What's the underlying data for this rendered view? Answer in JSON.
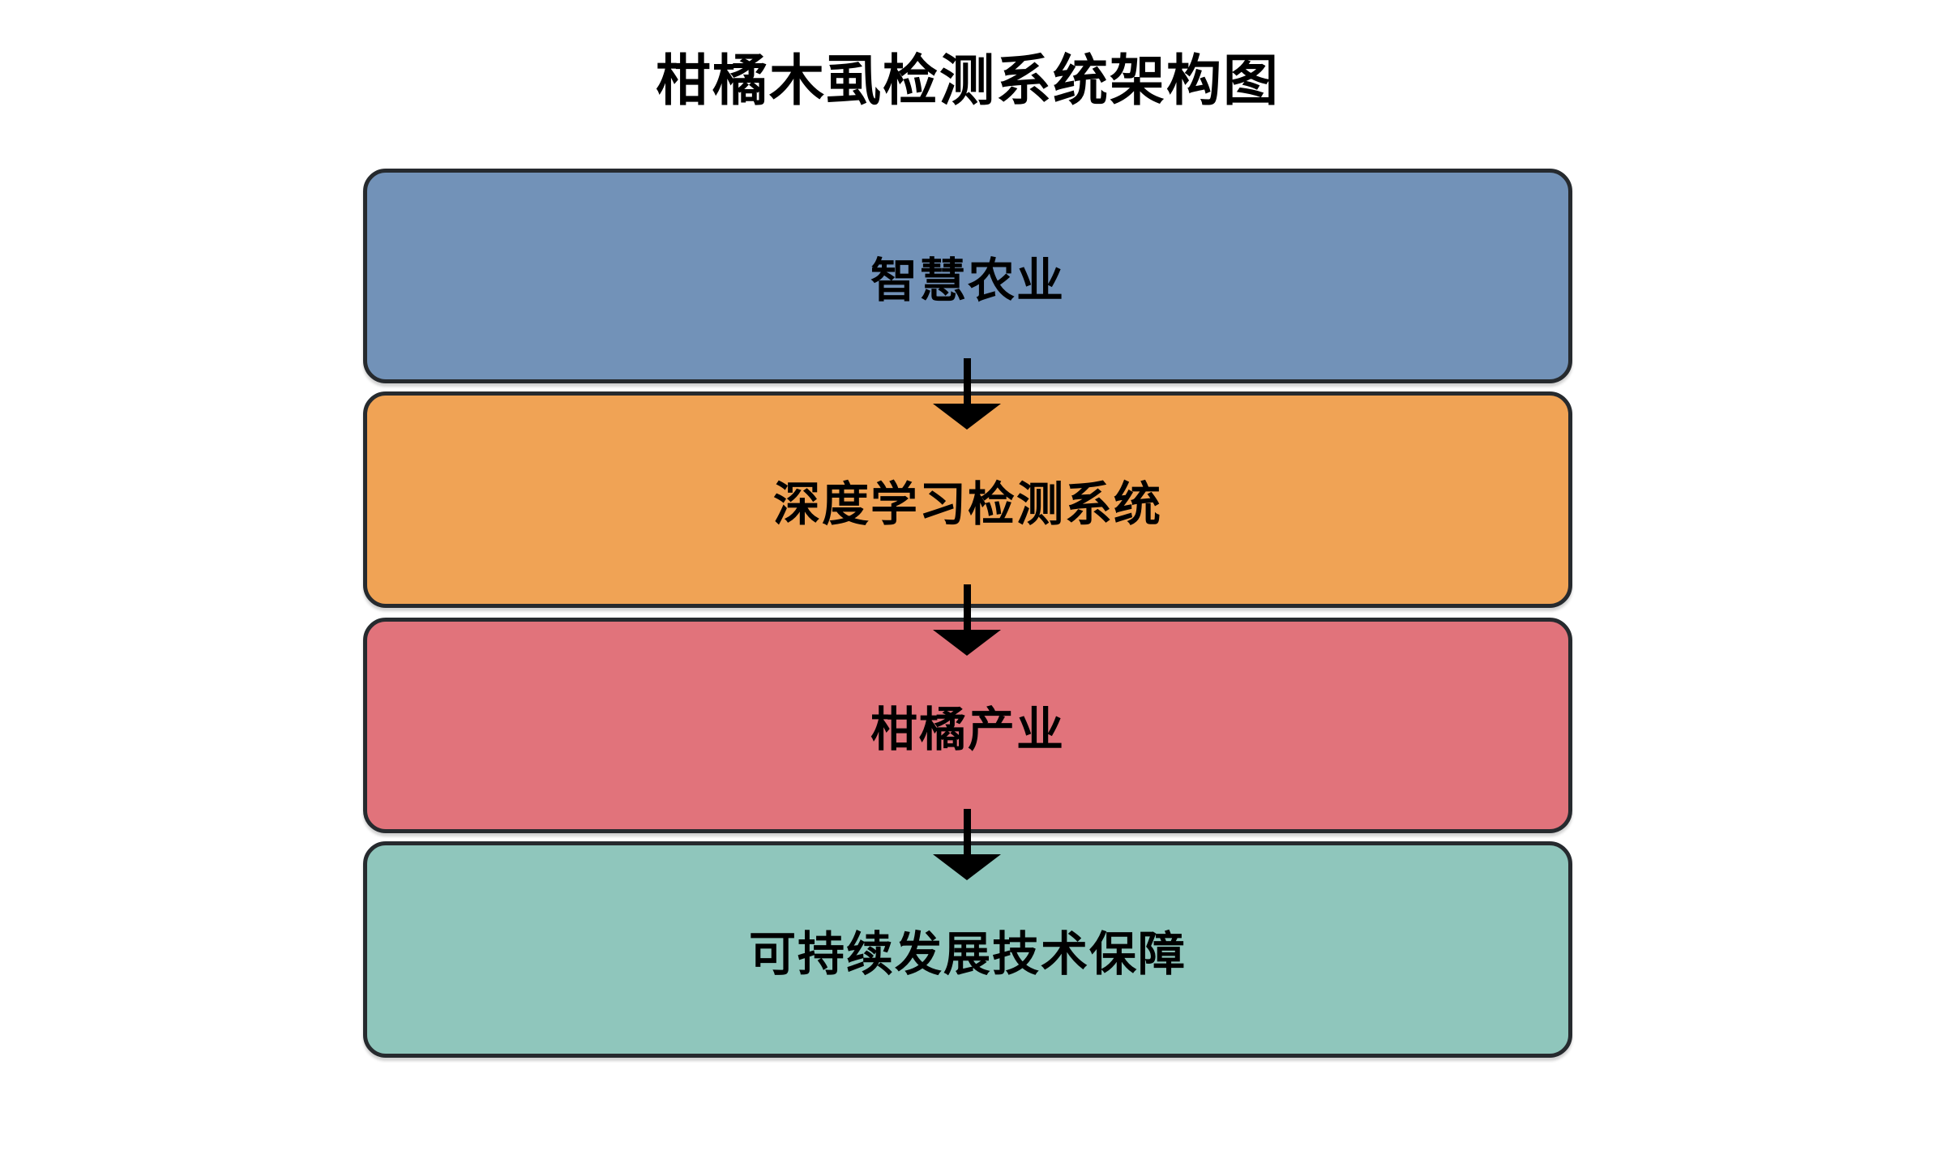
{
  "title": "柑橘木虱检测系统架构图",
  "diagram": {
    "type": "vertical-flowchart",
    "node_border_color": "#262a2e",
    "arrow_color": "#000000",
    "background_color": "#ffffff",
    "nodes": [
      {
        "id": "smart-agriculture",
        "label": "智慧农业",
        "color": "#7292b8"
      },
      {
        "id": "deep-learning-detection-system",
        "label": "深度学习检测系统",
        "color": "#f0a355"
      },
      {
        "id": "citrus-industry",
        "label": "柑橘产业",
        "color": "#e1737b"
      },
      {
        "id": "sustainable-development-support",
        "label": "可持续发展技术保障",
        "color": "#8fc6bc"
      }
    ],
    "edges": [
      {
        "from": "smart-agriculture",
        "to": "deep-learning-detection-system",
        "direction": "down"
      },
      {
        "from": "deep-learning-detection-system",
        "to": "citrus-industry",
        "direction": "down"
      },
      {
        "from": "citrus-industry",
        "to": "sustainable-development-support",
        "direction": "down"
      }
    ]
  }
}
